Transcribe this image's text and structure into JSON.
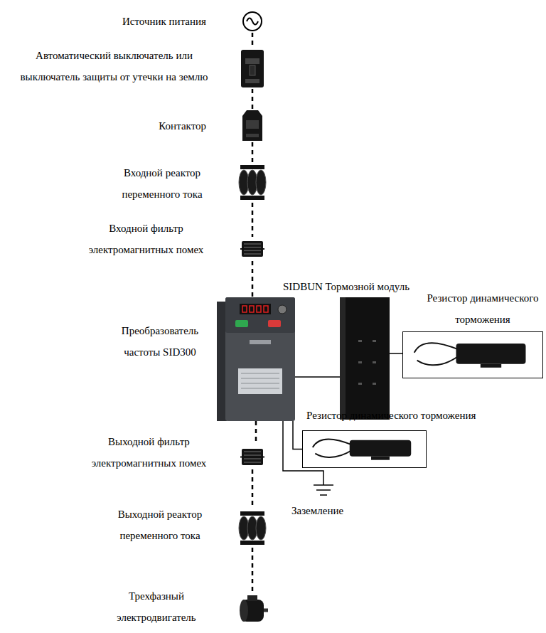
{
  "diagram": {
    "nodes": [
      {
        "text": [
          "Источник питания"
        ]
      },
      {
        "text": [
          "Автоматический выключатель или выключатель защиты от утечки на землю"
        ]
      },
      {
        "text": [
          "Контактор"
        ]
      },
      {
        "text": [
          "Входной реактор переменного тока"
        ]
      },
      {
        "text": [
          "Входной фильтр электромагнитных помех"
        ]
      },
      {
        "text": [
          "Преобразователь частоты SID300"
        ]
      },
      {
        "text": [
          "SIDBUN Тормозной модуль"
        ]
      },
      {
        "text": [
          "Резистор динамического торможения"
        ]
      },
      {
        "text": [
          "Резистор динамического торможения"
        ]
      },
      {
        "text": [
          "Выходной фильтр электромагнитных помех"
        ]
      },
      {
        "text": [
          "Выходной реактор переменного тока"
        ]
      },
      {
        "text": [
          "Трехфазный электродвигатель"
        ]
      },
      {
        "text": [
          "Заземление"
        ]
      }
    ],
    "edges": [
      {
        "from": 0,
        "to": 1,
        "arrow": "none"
      },
      {
        "from": 1,
        "to": 2,
        "arrow": "none"
      },
      {
        "from": 2,
        "to": 3,
        "arrow": "none"
      },
      {
        "from": 3,
        "to": 4,
        "arrow": "none"
      },
      {
        "from": 4,
        "to": 5,
        "arrow": "none"
      },
      {
        "from": 5,
        "to": 6,
        "arrow": "none"
      },
      {
        "from": 6,
        "to": 7,
        "arrow": "none"
      },
      {
        "from": 5,
        "to": 8,
        "arrow": "none"
      },
      {
        "from": 5,
        "to": 9,
        "arrow": "none"
      },
      {
        "from": 9,
        "to": 10,
        "arrow": "none"
      },
      {
        "from": 10,
        "to": 11,
        "arrow": "none"
      },
      {
        "from": 5,
        "to": 12,
        "arrow": "none"
      }
    ]
  }
}
